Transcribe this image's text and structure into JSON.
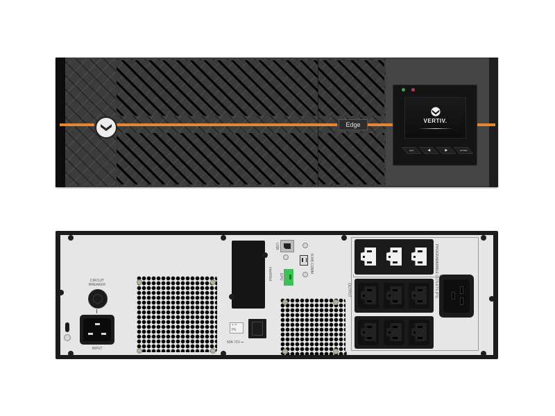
{
  "product": {
    "brand": "VERTIV.",
    "model_badge": "Edge",
    "colors": {
      "accent_stripe": "#e7862e",
      "chassis": "#3a3a3a",
      "rear_plate": "#e6e6e6",
      "epo_connector": "#3fbf5a"
    }
  },
  "front_panel": {
    "logo_icon": "vertiv-logo-icon",
    "badge_label": "Edge",
    "display": {
      "brand_text": "VERTIV.",
      "leds": [
        {
          "name": "led-green",
          "color": "#3aa84a"
        },
        {
          "name": "led-red",
          "color": "#c0394a"
        }
      ],
      "buttons": [
        {
          "label": "ESC",
          "icon": "esc-icon"
        },
        {
          "label": "◀",
          "icon": "left-arrow-icon"
        },
        {
          "label": "▶",
          "icon": "right-arrow-icon"
        },
        {
          "label": "ENTER",
          "icon": "enter-icon"
        }
      ]
    }
  },
  "rear_panel": {
    "circuit_breaker_label": [
      "CIRCUIT",
      "BREAKER"
    ],
    "input_label": "INPUT",
    "usb_label": "USB",
    "intellislot_label": "IntelliSlot",
    "epo_label": "EPO",
    "rs232_label": "RJ45 COMM",
    "battery_label": "50A 72V ⎓",
    "output_label": "OUTPUT",
    "programmable_label": [
      "PROGRAMMABLE",
      "OUTLETS (P1)"
    ],
    "outlets": {
      "programmable_c13": 3,
      "standard_c13": 6,
      "c19": 1
    }
  }
}
